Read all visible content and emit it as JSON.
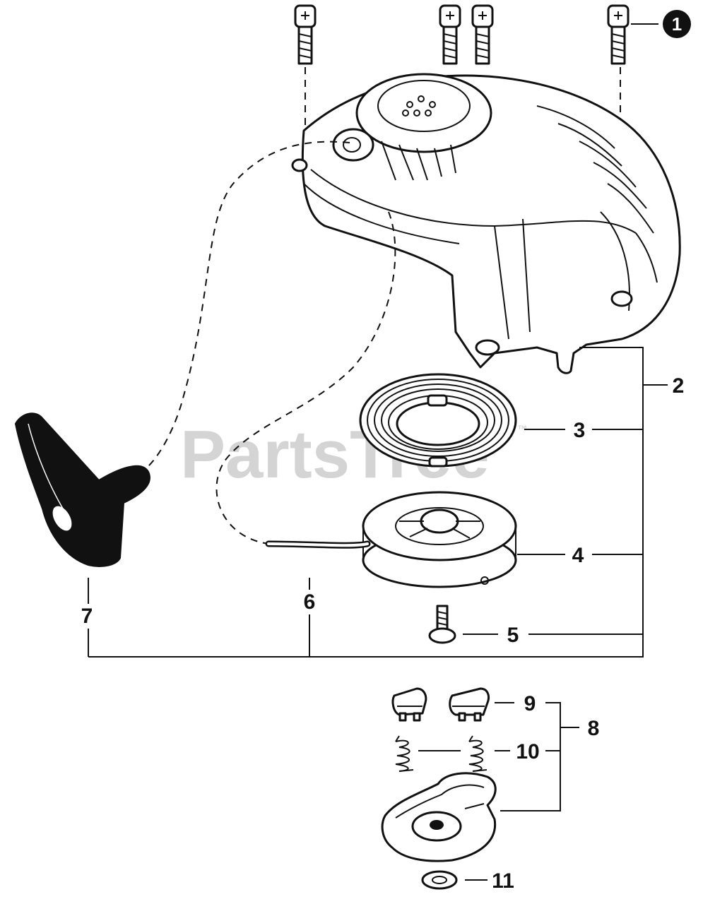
{
  "watermark": {
    "text": "PartsTree",
    "tm": "™"
  },
  "callouts": {
    "c1": "1",
    "c2": "2",
    "c3": "3",
    "c4": "4",
    "c5": "5",
    "c6": "6",
    "c7": "7",
    "c8": "8",
    "c9": "9",
    "c10": "10",
    "c11": "11"
  },
  "colors": {
    "ink": "#111111",
    "watermark": "#d4d4d4",
    "background": "#ffffff"
  }
}
